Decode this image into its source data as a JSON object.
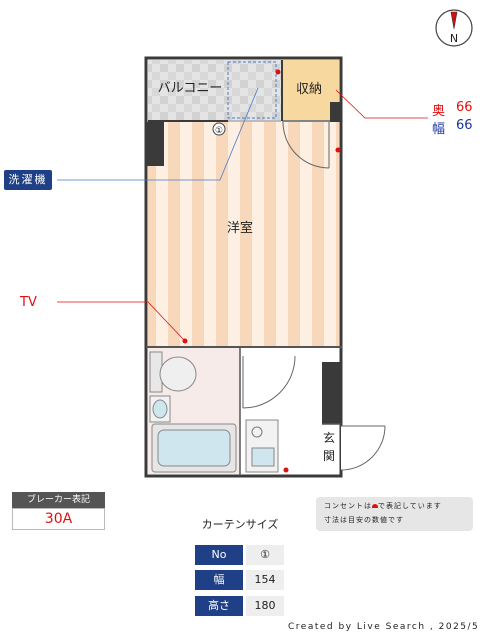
{
  "compass": {
    "label": "N",
    "icon": "north-arrow-icon"
  },
  "rooms": {
    "balcony": "バルコニー",
    "storage": "収納",
    "western_room": "洋室",
    "entrance": "玄関"
  },
  "window_marker": "①",
  "annotations": {
    "washer": "洗濯機",
    "tv": "TV",
    "depth_label": "奥",
    "depth_value": "66",
    "width_label": "幅",
    "width_value": "66"
  },
  "breaker": {
    "title": "ブレーカー表記",
    "value": "30A"
  },
  "notes": {
    "line1_before": "コンセントは",
    "line1_after": "で表記しています",
    "line2": "寸法は目安の数値です"
  },
  "curtain": {
    "title": "カーテンサイズ",
    "rows": [
      {
        "label": "No",
        "value": "①"
      },
      {
        "label": "幅",
        "value": "154"
      },
      {
        "label": "高さ",
        "value": "180"
      }
    ]
  },
  "credit": "Created by Live Search , 2025/5",
  "colors": {
    "wall": "#3a3a3a",
    "floor_stripe_a": "#f8dcc0",
    "floor_stripe_b": "#fdeee0",
    "storage_fill": "#f7d9a0",
    "tag_blue": "#1f3f86",
    "outlet_red": "#e01010",
    "line_red": "#e01010",
    "line_blue": "#4a78c8"
  }
}
